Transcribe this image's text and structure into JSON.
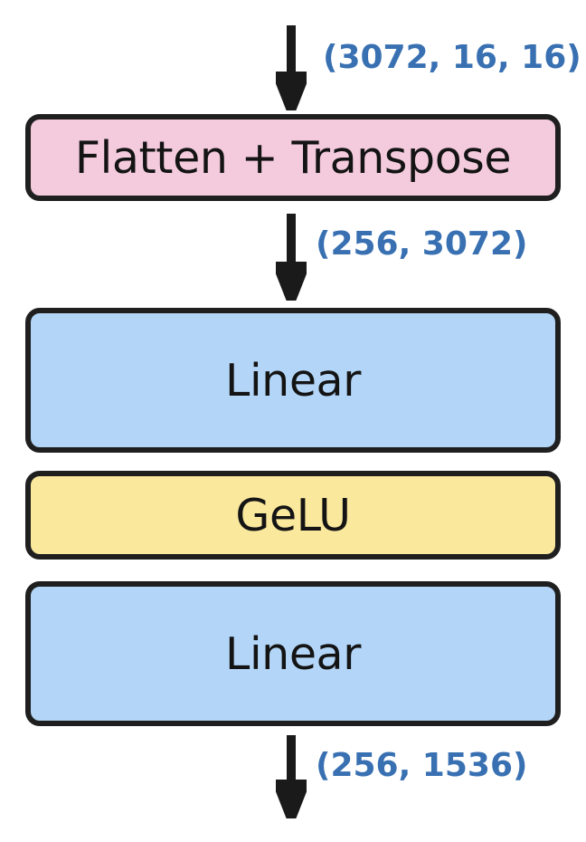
{
  "diagram": {
    "title": "MLP block: Flatten + Transpose, Linear, GeLU, Linear",
    "background": "#ffffff",
    "colors": {
      "stroke": "#1f1f1f",
      "text": "#141414",
      "label_blue": "#3870b2",
      "pink": "#f4cbdd",
      "blue": "#b3d6f8",
      "yellow": "#fae89d"
    },
    "nodes": [
      {
        "id": "flatten",
        "label": "Flatten + Transpose",
        "fill": "#f4cbdd"
      },
      {
        "id": "linear-1",
        "label": "Linear",
        "fill": "#b3d6f8"
      },
      {
        "id": "gelu",
        "label": "GeLU",
        "fill": "#fae89d"
      },
      {
        "id": "linear-2",
        "label": "Linear",
        "fill": "#b3d6f8"
      }
    ],
    "edges": [
      {
        "id": "edge-input",
        "icon": "down-arrow-icon",
        "label": "(3072, 16, 16)"
      },
      {
        "id": "edge-middle",
        "icon": "down-arrow-icon",
        "label": "(256, 3072)"
      },
      {
        "id": "edge-output",
        "icon": "down-arrow-icon",
        "label": "(256, 1536)"
      }
    ]
  }
}
